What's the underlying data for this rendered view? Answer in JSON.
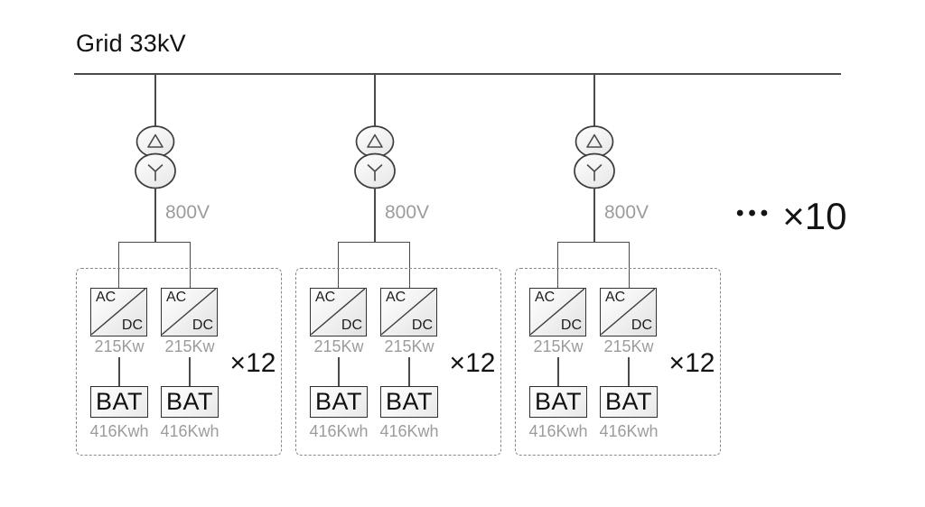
{
  "title": "Grid 33kV",
  "more": {
    "dots": "•••",
    "multiplier": "×10"
  },
  "colors": {
    "line": "#4a4a4a",
    "muted_text": "#9c9c9c",
    "text": "#161616",
    "dashed_border": "#8a8a8a"
  },
  "units": [
    {
      "voltage": "800V",
      "multiplier": "×12",
      "converters": [
        {
          "top": "AC",
          "bottom": "DC",
          "power": "215Kw"
        },
        {
          "top": "AC",
          "bottom": "DC",
          "power": "215Kw"
        }
      ],
      "batteries": [
        {
          "label": "BAT",
          "capacity": "416Kwh"
        },
        {
          "label": "BAT",
          "capacity": "416Kwh"
        }
      ]
    },
    {
      "voltage": "800V",
      "multiplier": "×12",
      "converters": [
        {
          "top": "AC",
          "bottom": "DC",
          "power": "215Kw"
        },
        {
          "top": "AC",
          "bottom": "DC",
          "power": "215Kw"
        }
      ],
      "batteries": [
        {
          "label": "BAT",
          "capacity": "416Kwh"
        },
        {
          "label": "BAT",
          "capacity": "416Kwh"
        }
      ]
    },
    {
      "voltage": "800V",
      "multiplier": "×12",
      "converters": [
        {
          "top": "AC",
          "bottom": "DC",
          "power": "215Kw"
        },
        {
          "top": "AC",
          "bottom": "DC",
          "power": "215Kw"
        }
      ],
      "batteries": [
        {
          "label": "BAT",
          "capacity": "416Kwh"
        },
        {
          "label": "BAT",
          "capacity": "416Kwh"
        }
      ]
    }
  ]
}
